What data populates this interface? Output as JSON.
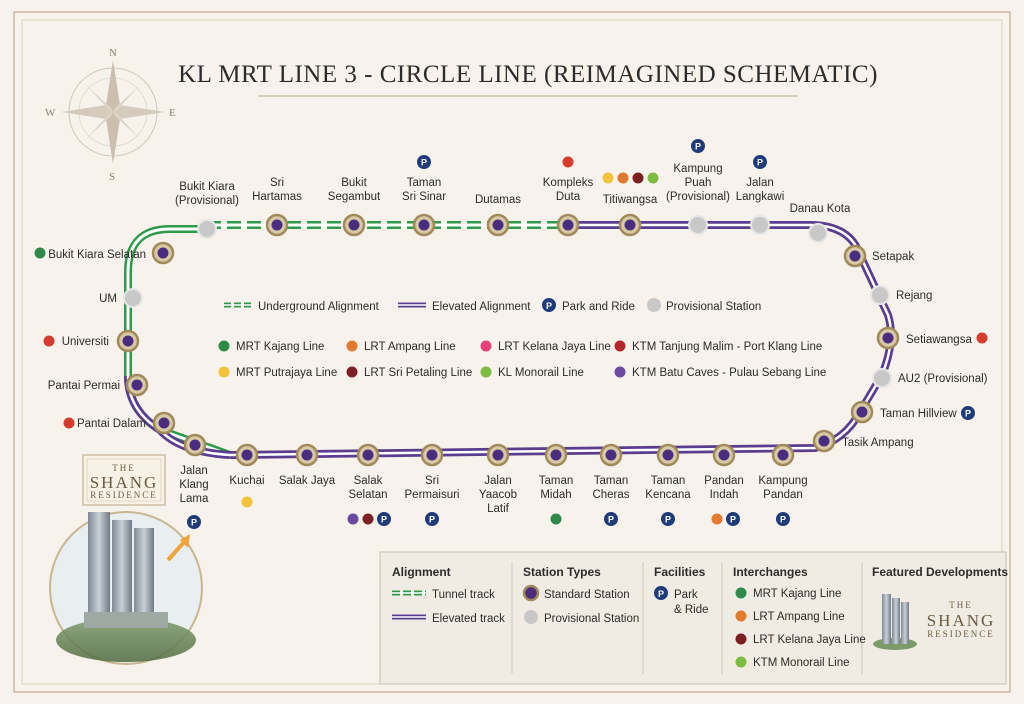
{
  "title": "KL MRT LINE 3 - CIRCLE LINE (REIMAGINED SCHEMATIC)",
  "compass": {
    "n": "N",
    "e": "E",
    "s": "S",
    "w": "W"
  },
  "colors": {
    "track": "#5b3d8f",
    "underground": "#2e9a49",
    "station_ring": "#a08a5a",
    "station_fill": "#4b2d7f",
    "provisional": "#c8c8c8",
    "parkride": "#1f3b7a"
  },
  "stations": [
    {
      "id": "bukit-kiara",
      "name": [
        "Bukit Kiara",
        "(Provisional)"
      ],
      "type": "provisional"
    },
    {
      "id": "sri-hartamas",
      "name": [
        "Sri",
        "Hartamas"
      ],
      "type": "standard"
    },
    {
      "id": "bukit-segambut",
      "name": [
        "Bukit",
        "Segambut"
      ],
      "type": "standard"
    },
    {
      "id": "taman-sri-sinar",
      "name": [
        "Taman",
        "Sri Sinar"
      ],
      "type": "standard",
      "park_ride": true
    },
    {
      "id": "dutamas",
      "name": [
        "Dutamas"
      ],
      "type": "standard"
    },
    {
      "id": "kompleks-duta",
      "name": [
        "Kompleks",
        "Duta"
      ],
      "type": "standard",
      "interchanges": [
        "#d63b30"
      ]
    },
    {
      "id": "titiwangsa",
      "name": [
        "Titiwangsa"
      ],
      "type": "standard",
      "interchanges": [
        "#f2c23a",
        "#e07a2e",
        "#7a1f22",
        "#7dbb42"
      ]
    },
    {
      "id": "kampung-puah",
      "name": [
        "Kampung",
        "Puah",
        "(Provisional)"
      ],
      "type": "provisional",
      "park_ride": true
    },
    {
      "id": "jalan-langkawi",
      "name": [
        "Jalan",
        "Langkawi"
      ],
      "type": "provisional",
      "park_ride": true
    },
    {
      "id": "danau-kota",
      "name": [
        "Danau Kota"
      ],
      "type": "provisional"
    },
    {
      "id": "setapak",
      "name": [
        "Setapak"
      ],
      "type": "standard"
    },
    {
      "id": "rejang",
      "name": [
        "Rejang"
      ],
      "type": "provisional"
    },
    {
      "id": "setiawangsa",
      "name": [
        "Setiawangsa"
      ],
      "type": "standard",
      "interchanges": [
        "#d63b30"
      ]
    },
    {
      "id": "au2",
      "name": [
        "AU2 (Provisional)"
      ],
      "type": "provisional"
    },
    {
      "id": "taman-hillview",
      "name": [
        "Taman Hillview"
      ],
      "type": "standard",
      "park_ride": true
    },
    {
      "id": "tasik-ampang",
      "name": [
        "Tasik Ampang"
      ],
      "type": "standard"
    },
    {
      "id": "kampung-pandan",
      "name": [
        "Kampung",
        "Pandan"
      ],
      "type": "standard",
      "park_ride": true
    },
    {
      "id": "pandan-indah",
      "name": [
        "Pandan",
        "Indah"
      ],
      "type": "standard",
      "interchanges": [
        "#e07a2e"
      ],
      "park_ride": true
    },
    {
      "id": "taman-kencana",
      "name": [
        "Taman",
        "Kencana"
      ],
      "type": "standard",
      "park_ride": true
    },
    {
      "id": "taman-midah",
      "name": [
        "Taman",
        "Midah"
      ],
      "type": "standard",
      "interchanges": [
        "#2e8a49"
      ]
    },
    {
      "id": "taman-cheras",
      "name": [
        "Taman",
        "Cheras"
      ],
      "type": "standard",
      "park_ride": true
    },
    {
      "id": "jalan-yaacob-latif",
      "name": [
        "Jalan",
        "Yaacob",
        "Latif"
      ],
      "type": "standard"
    },
    {
      "id": "sri-permaisuri",
      "name": [
        "Sri",
        "Permaisuri"
      ],
      "type": "standard",
      "park_ride": true
    },
    {
      "id": "salak-selatan",
      "name": [
        "Salak",
        "Selatan"
      ],
      "type": "standard",
      "interchanges": [
        "#6a4a9f",
        "#7a1f22"
      ],
      "park_ride": true
    },
    {
      "id": "salak-jaya",
      "name": [
        "Salak Jaya"
      ],
      "type": "standard"
    },
    {
      "id": "kuchai",
      "name": [
        "Kuchai"
      ],
      "type": "standard",
      "interchanges": [
        "#f2c23a"
      ]
    },
    {
      "id": "jalan-klang-lama",
      "name": [
        "Jalan",
        "Klang",
        "Lama"
      ],
      "type": "standard",
      "park_ride": true
    },
    {
      "id": "pantai-dalam",
      "name": [
        "Pantai Dalam"
      ],
      "type": "standard",
      "interchanges": [
        "#d63b30"
      ]
    },
    {
      "id": "pantai-permai",
      "name": [
        "Pantai Permai"
      ],
      "type": "standard"
    },
    {
      "id": "universiti",
      "name": [
        "Universiti"
      ],
      "type": "standard",
      "interchanges": [
        "#d63b30"
      ]
    },
    {
      "id": "um",
      "name": [
        "UM"
      ],
      "type": "provisional"
    },
    {
      "id": "bukit-kiara-selatan",
      "name": [
        "Bukit Kiara Selatan"
      ],
      "type": "standard",
      "interchanges": [
        "#2e8a49"
      ]
    }
  ],
  "inner_legend": {
    "alignment": [
      {
        "label": "Underground Alignment",
        "kind": "underground"
      },
      {
        "label": "Elevated Alignment",
        "kind": "elevated"
      }
    ],
    "park_ride": "Park and Ride",
    "provisional": "Provisional Station",
    "lines": [
      {
        "label": "MRT Kajang Line",
        "color": "#2e8a49"
      },
      {
        "label": "LRT Ampang Line",
        "color": "#e07a2e"
      },
      {
        "label": "LRT Kelana Jaya Line",
        "color": "#e8407a"
      },
      {
        "label": "KTM Tanjung Malim - Port Klang Line",
        "color": "#b3282d"
      },
      {
        "label": "MRT Putrajaya Line",
        "color": "#f2c23a"
      },
      {
        "label": "LRT Sri Petaling Line",
        "color": "#7a1f22"
      },
      {
        "label": "KL Monorail Line",
        "color": "#7dbb42"
      },
      {
        "label": "KTM Batu Caves - Pulau Sebang Line",
        "color": "#6a4a9f"
      }
    ]
  },
  "legend": {
    "alignment": {
      "title": "Alignment",
      "tunnel": "Tunnel track",
      "elevated": "Elevated track"
    },
    "station_types": {
      "title": "Station Types",
      "standard": "Standard Station",
      "provisional": "Provisional Station"
    },
    "facilities": {
      "title": "Facilities",
      "park_ride_1": "Park",
      "park_ride_2": "& Ride"
    },
    "interchanges": {
      "title": "Interchanges",
      "items": [
        {
          "label": "MRT Kajang Line",
          "color": "#2e8a49"
        },
        {
          "label": "LRT Ampang Line",
          "color": "#e07a2e"
        },
        {
          "label": "LRT Kelana Jaya Line",
          "color": "#7a1f22"
        },
        {
          "label": "KTM Monorail Line",
          "color": "#7dbb42"
        }
      ]
    },
    "featured": {
      "title": "Featured Developments"
    }
  },
  "brand": {
    "the": "THE",
    "name": "SHANG",
    "sub": "RESIDENCE"
  },
  "parkride_glyph": "P"
}
